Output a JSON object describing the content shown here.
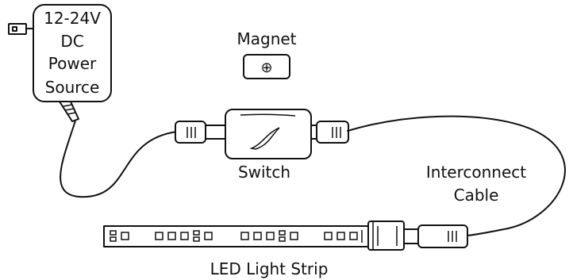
{
  "labels": {
    "power_source": [
      "12-24V",
      "DC",
      "Power",
      "Source"
    ],
    "magnet": "Magnet",
    "switch": "Switch",
    "interconnect": [
      "Interconnect",
      "Cable"
    ],
    "led_strip": "LED Light Strip"
  },
  "magnet_symbol": "⊕"
}
